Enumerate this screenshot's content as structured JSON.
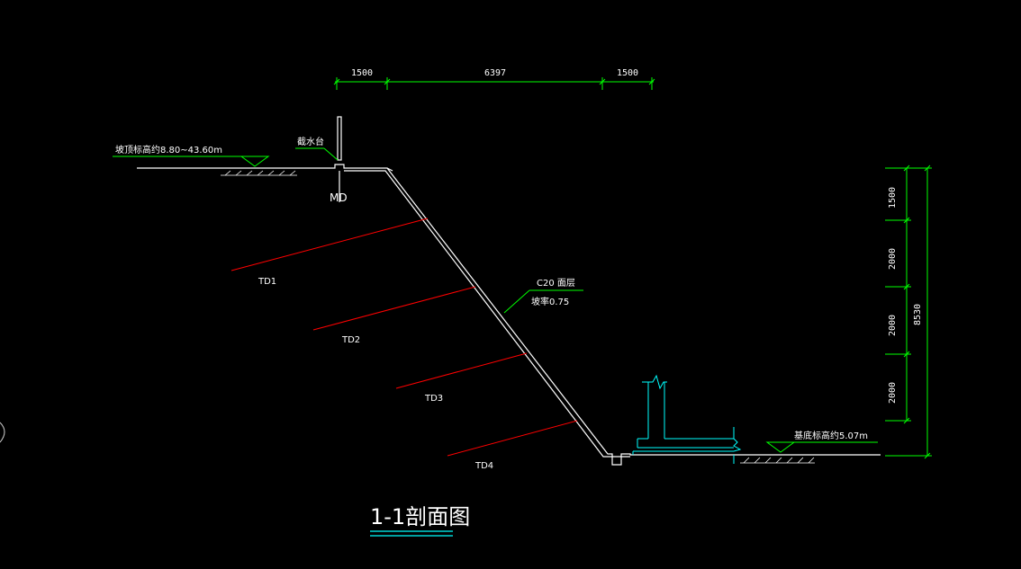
{
  "drawing": {
    "title": "1-1剖面图",
    "top_dimensions": [
      "1500",
      "6397",
      "1500"
    ],
    "right_dimensions": [
      "1500",
      "2000",
      "2000",
      "2000"
    ],
    "right_total": "8530",
    "top_elevation_label": "坡顶标高约8.80~43.60m",
    "bottom_elevation_label": "基底标高约5.07m",
    "drain_label": "截水台",
    "md_label": "MD",
    "facing_label": "C20  面层",
    "slope_ratio_label": "坡率0.75",
    "anchors": [
      "TD1",
      "TD2",
      "TD3",
      "TD4"
    ]
  },
  "colors": {
    "background": "#000000",
    "structure": "#ffffff",
    "dimension": "#00ff00",
    "anchor": "#ff0000",
    "foundation": "#00ffff"
  }
}
